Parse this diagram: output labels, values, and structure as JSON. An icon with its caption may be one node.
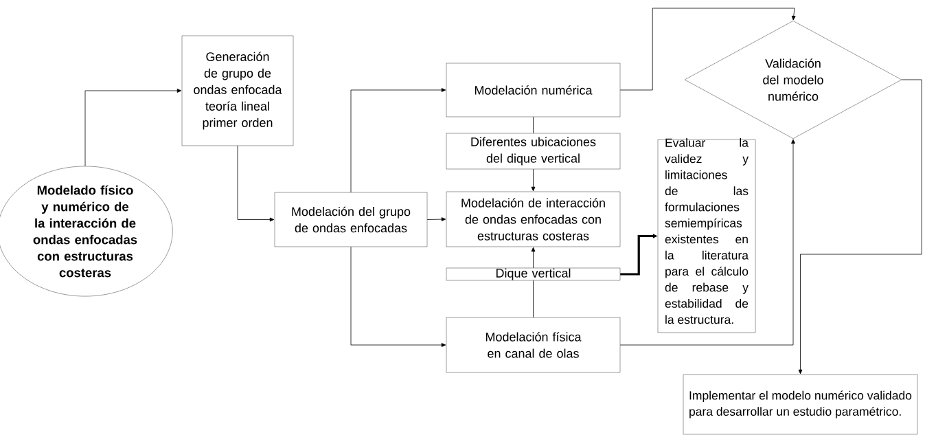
{
  "diagram": {
    "nodes": [
      {
        "text": [
          "Modelado físico y numérico de la interacción de ondas enfocadas con estructuras costeras"
        ]
      },
      {
        "text": [
          "Generación de grupo de ondas enfocada teoría lineal primer orden"
        ]
      },
      {
        "text": [
          "Modelación del grupo de ondas enfocadas"
        ]
      },
      {
        "text": [
          "Modelación numérica"
        ]
      },
      {
        "text": [
          "Diferentes ubicaciones del dique vertical"
        ]
      },
      {
        "text": [
          "Modelación de interacción de ondas enfocadas con estructuras costeras"
        ]
      },
      {
        "text": [
          "Dique vertical"
        ]
      },
      {
        "text": [
          "Evaluar la validez y limitaciones de las formulaciones semiempíricas existentes en la literatura para el cálculo de rebase y estabilidad de la estructura."
        ]
      },
      {
        "text": [
          "Modelación física en canal de olas"
        ]
      },
      {
        "text": [
          "Validación del modelo numérico"
        ]
      },
      {
        "text": [
          "Implementar el modelo numérico validado para desarrollar un estudio paramétrico."
        ]
      }
    ],
    "edges": [
      {
        "from": 0,
        "to": 1,
        "arrow": "to"
      },
      {
        "from": 1,
        "to": 2,
        "arrow": "to"
      },
      {
        "from": 2,
        "to": 3,
        "arrow": "to"
      },
      {
        "from": 2,
        "to": 5,
        "arrow": "to"
      },
      {
        "from": 2,
        "to": 8,
        "arrow": "to"
      },
      {
        "from": 3,
        "to": 4,
        "arrow": "none"
      },
      {
        "from": 4,
        "to": 5,
        "arrow": "to"
      },
      {
        "from": 6,
        "to": 5,
        "arrow": "to"
      },
      {
        "from": 8,
        "to": 6,
        "arrow": "none"
      },
      {
        "from": 6,
        "to": 7,
        "arrow": "to",
        "style": "thick"
      },
      {
        "from": 3,
        "to": 9,
        "arrow": "to"
      },
      {
        "from": 8,
        "to": 9,
        "arrow": "to"
      },
      {
        "from": 9,
        "to": 10,
        "arrow": "to"
      }
    ]
  }
}
